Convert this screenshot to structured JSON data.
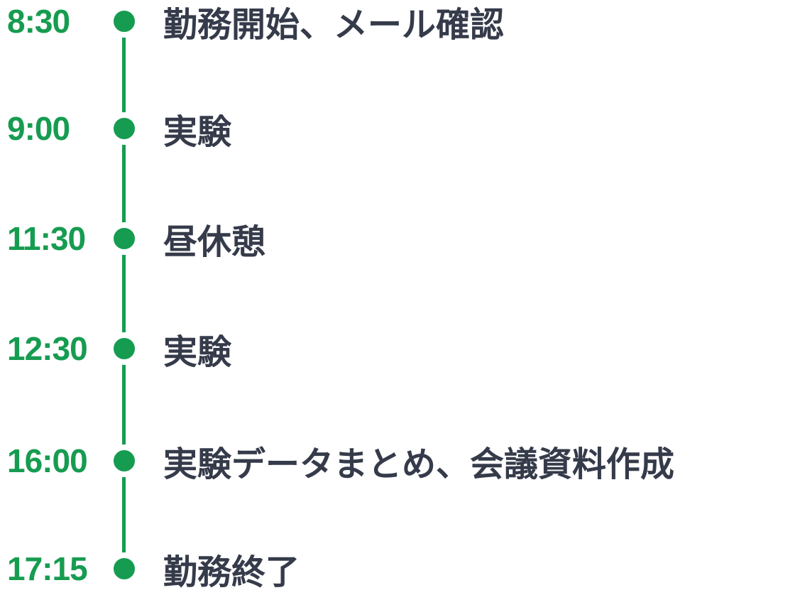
{
  "timeline": {
    "accent_color": "#169c50",
    "text_color": "#353b4a",
    "items": [
      {
        "time": "8:30",
        "label": "勤務開始、メール確認"
      },
      {
        "time": "9:00",
        "label": "実験"
      },
      {
        "time": "11:30",
        "label": "昼休憩"
      },
      {
        "time": "12:30",
        "label": "実験"
      },
      {
        "time": "16:00",
        "label": "実験データまとめ、会議資料作成"
      },
      {
        "time": "17:15",
        "label": "勤務終了"
      }
    ]
  }
}
